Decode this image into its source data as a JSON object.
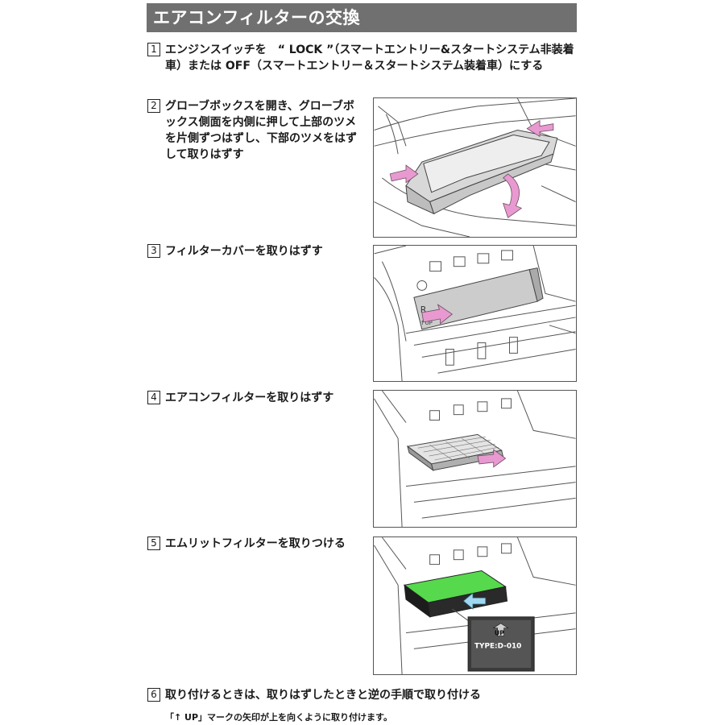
{
  "title": "エアコンフィルターの交換",
  "steps": [
    {
      "num": "1",
      "text": "エンジンスイッチを　“ LOCK ”（スマートエントリー&スタートシステム非装着車）または OFF（スマートエントリー＆スタートシステム装着車）にする"
    },
    {
      "num": "2",
      "text": "グローブボックスを開き、グローブボックス側面を内側に押して上部のツメを片側ずつはずし、下部のツメをはずして取りはずす"
    },
    {
      "num": "3",
      "text": "フィルターカバーを取りはずす"
    },
    {
      "num": "4",
      "text": "エアコンフィルターを取りはずす"
    },
    {
      "num": "5",
      "text": "エムリットフィルターを取りつける"
    },
    {
      "num": "6",
      "text": "取り付けるときは、取りはずしたときと逆の手順で取り付ける"
    }
  ],
  "note": "「↑ UP」マークの矢印が上を向くように取り付けます。",
  "illustrations": {
    "cover_label": "R",
    "cover_up_label": "↑UP",
    "badge_up": "UP",
    "badge_type": "TYPE:D-010"
  },
  "colors": {
    "header_bg": "#707070",
    "arrow_pink": "#e89ad0",
    "filter_green": "#56d94c",
    "arrow_blue": "#9fd8f0"
  }
}
